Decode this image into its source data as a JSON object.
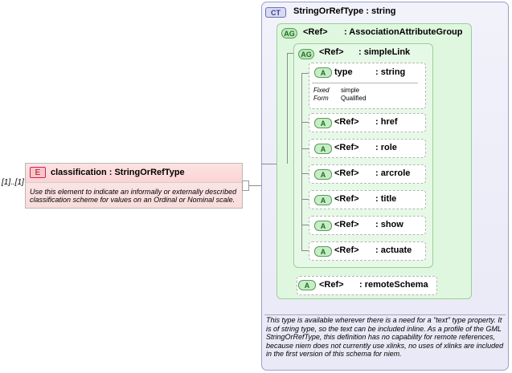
{
  "element": {
    "occurrence": "[1]..[1]",
    "badge": "E",
    "title": "classification : StringOrRefType",
    "documentation": "Use this element to indicate an informally or externally described classification scheme for values on an Ordinal or Nominal scale."
  },
  "complex_type": {
    "badge": "CT",
    "title": "StringOrRefType : string",
    "documentation": "This type is available wherever there is a need for a \"text\" type property. It is of string type, so the text can be included inline. As a profile of the GML StringOrRefType, this definition has no capability for remote references, because niem does not currently use xlinks, no uses of xlinks are included in the first version of this schema for niem."
  },
  "attribute_groups": [
    {
      "badge": "AG",
      "ref": "<Ref>",
      "type": ": AssociationAttributeGroup"
    },
    {
      "badge": "AG",
      "ref": "<Ref>",
      "type": ": simpleLink"
    }
  ],
  "attributes": [
    {
      "badge": "A",
      "ref": "type",
      "type": ": string",
      "fixed_label": "Fixed",
      "fixed_value": "simple",
      "form_label": "Form",
      "form_value": "Qualified"
    },
    {
      "badge": "A",
      "ref": "<Ref>",
      "type": ": href"
    },
    {
      "badge": "A",
      "ref": "<Ref>",
      "type": ": role"
    },
    {
      "badge": "A",
      "ref": "<Ref>",
      "type": ": arcrole"
    },
    {
      "badge": "A",
      "ref": "<Ref>",
      "type": ": title"
    },
    {
      "badge": "A",
      "ref": "<Ref>",
      "type": ": show"
    },
    {
      "badge": "A",
      "ref": "<Ref>",
      "type": ": actuate"
    },
    {
      "badge": "A",
      "ref": "<Ref>",
      "type": ": remoteSchema"
    }
  ],
  "colors": {
    "element_fill": "#fbd4d4",
    "complex_type_fill": "#eeeefa",
    "attribute_group_fill": "#dff7df",
    "badge_green": "#4f9f4f"
  }
}
